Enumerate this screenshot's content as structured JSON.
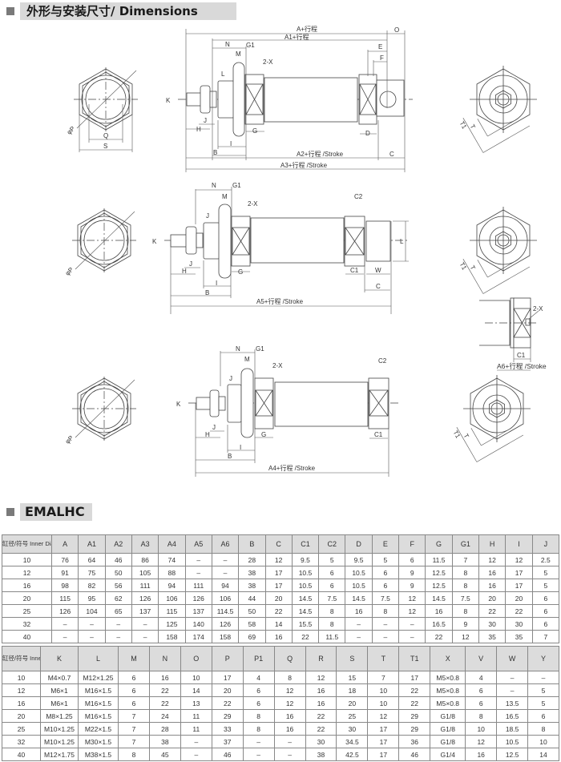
{
  "header": {
    "title": "外形与安装尺寸/ Dimensions"
  },
  "model": {
    "title": "EMALHC"
  },
  "drawings": {
    "view1_front": [
      "φP",
      "Q",
      "S"
    ],
    "view1_side": [
      "A+行程",
      "A1+行程",
      "O",
      "N",
      "G1",
      "M",
      "2-X",
      "E",
      "F",
      "L",
      "K",
      "J",
      "H",
      "I",
      "G",
      "D",
      "B",
      "A2+行程 /Stroke",
      "C",
      "A3+行程 /Stroke"
    ],
    "view1_right": [
      "T",
      "T1"
    ],
    "view2_front": [
      "φP"
    ],
    "view2_side": [
      "N",
      "G1",
      "M",
      "2-X",
      "C2",
      "J",
      "K",
      "J",
      "H",
      "I",
      "G",
      "C1",
      "W",
      "C",
      "L",
      "B",
      "A5+行程 /Stroke"
    ],
    "view2_right": [
      "T",
      "T1"
    ],
    "view2_inset": [
      "2-X",
      "C1",
      "A6+行程 /Stroke"
    ],
    "view3_front": [
      "φP"
    ],
    "view3_side": [
      "N",
      "G1",
      "M",
      "2-X",
      "C2",
      "J",
      "K",
      "J",
      "H",
      "I",
      "G",
      "C1",
      "B",
      "A4+行程 /Stroke"
    ],
    "view3_right": [
      "T",
      "T1"
    ]
  },
  "table1": {
    "headers": [
      "缸径/符号 Inner Dia./Code",
      "A",
      "A1",
      "A2",
      "A3",
      "A4",
      "A5",
      "A6",
      "B",
      "C",
      "C1",
      "C2",
      "D",
      "E",
      "F",
      "G",
      "G1",
      "H",
      "I",
      "J"
    ],
    "rows": [
      [
        "10",
        "76",
        "64",
        "46",
        "86",
        "74",
        "–",
        "–",
        "28",
        "12",
        "9.5",
        "5",
        "9.5",
        "5",
        "6",
        "11.5",
        "7",
        "12",
        "12",
        "2.5"
      ],
      [
        "12",
        "91",
        "75",
        "50",
        "105",
        "88",
        "–",
        "–",
        "38",
        "17",
        "10.5",
        "6",
        "10.5",
        "6",
        "9",
        "12.5",
        "8",
        "16",
        "17",
        "5"
      ],
      [
        "16",
        "98",
        "82",
        "56",
        "111",
        "94",
        "111",
        "94",
        "38",
        "17",
        "10.5",
        "6",
        "10.5",
        "6",
        "9",
        "12.5",
        "8",
        "16",
        "17",
        "5"
      ],
      [
        "20",
        "115",
        "95",
        "62",
        "126",
        "106",
        "126",
        "106",
        "44",
        "20",
        "14.5",
        "7.5",
        "14.5",
        "7.5",
        "12",
        "14.5",
        "7.5",
        "20",
        "20",
        "6"
      ],
      [
        "25",
        "126",
        "104",
        "65",
        "137",
        "115",
        "137",
        "114.5",
        "50",
        "22",
        "14.5",
        "8",
        "16",
        "8",
        "12",
        "16",
        "8",
        "22",
        "22",
        "6"
      ],
      [
        "32",
        "–",
        "–",
        "–",
        "–",
        "125",
        "140",
        "126",
        "58",
        "14",
        "15.5",
        "8",
        "–",
        "–",
        "–",
        "16.5",
        "9",
        "30",
        "30",
        "6"
      ],
      [
        "40",
        "–",
        "–",
        "–",
        "–",
        "158",
        "174",
        "158",
        "69",
        "16",
        "22",
        "11.5",
        "–",
        "–",
        "–",
        "22",
        "12",
        "35",
        "35",
        "7"
      ]
    ]
  },
  "table2": {
    "headers": [
      "缸径/符号 Inner Dia./ Code",
      "K",
      "L",
      "M",
      "N",
      "O",
      "P",
      "P1",
      "Q",
      "R",
      "S",
      "T",
      "T1",
      "X",
      "V",
      "W",
      "Y"
    ],
    "rows": [
      [
        "10",
        "M4×0.7",
        "M12×1.25",
        "6",
        "16",
        "10",
        "17",
        "4",
        "8",
        "12",
        "15",
        "7",
        "17",
        "M5×0.8",
        "4",
        "–",
        "–"
      ],
      [
        "12",
        "M6×1",
        "M16×1.5",
        "6",
        "22",
        "14",
        "20",
        "6",
        "12",
        "16",
        "18",
        "10",
        "22",
        "M5×0.8",
        "6",
        "–",
        "5"
      ],
      [
        "16",
        "M6×1",
        "M16×1.5",
        "6",
        "22",
        "13",
        "22",
        "6",
        "12",
        "16",
        "20",
        "10",
        "22",
        "M5×0.8",
        "6",
        "13.5",
        "5"
      ],
      [
        "20",
        "M8×1.25",
        "M16×1.5",
        "7",
        "24",
        "11",
        "29",
        "8",
        "16",
        "22",
        "25",
        "12",
        "29",
        "G1/8",
        "8",
        "16.5",
        "6"
      ],
      [
        "25",
        "M10×1.25",
        "M22×1.5",
        "7",
        "28",
        "11",
        "33",
        "8",
        "16",
        "22",
        "30",
        "17",
        "29",
        "G1/8",
        "10",
        "18.5",
        "8"
      ],
      [
        "32",
        "M10×1.25",
        "M30×1.5",
        "7",
        "38",
        "–",
        "37",
        "–",
        "–",
        "30",
        "34.5",
        "17",
        "36",
        "G1/8",
        "12",
        "10.5",
        "10"
      ],
      [
        "40",
        "M12×1.75",
        "M38×1.5",
        "8",
        "45",
        "–",
        "46",
        "–",
        "–",
        "38",
        "42.5",
        "17",
        "46",
        "G1/4",
        "16",
        "12.5",
        "14"
      ]
    ]
  }
}
